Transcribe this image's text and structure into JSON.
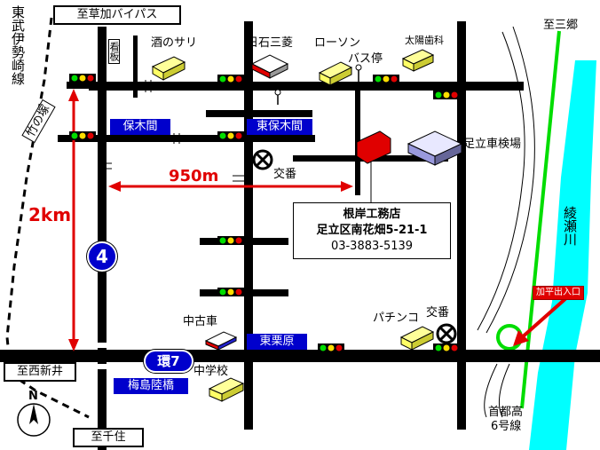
{
  "labels": {
    "east_bupu": "東武伊勢崎線",
    "takenozuka": "竹の塚",
    "to_sokaby": "至草加バイパス",
    "sake": "酒のサリ",
    "hishi": "日石三菱",
    "lawson": "ローソン",
    "bus": "バス停",
    "dentist": "太陽歯科",
    "to_misato": "至三郷",
    "sign": "看板",
    "hokima": "保木間",
    "higashi_hokima": "東保木間",
    "adachi_inspect": "足立車検場",
    "koban1": "交番",
    "dist_950": "950m",
    "dist_2k": "2km",
    "chuko": "中古車",
    "higashi_kurihara": "東栗原",
    "pachinko": "パチンコ",
    "koban2": "交番",
    "to_nishiarai": "至西新井",
    "umejima": "梅島陸橋",
    "kan7": "環7",
    "junior_high": "中学校",
    "to_senju": "至千住",
    "shuto": "首都高",
    "route6": "6号線",
    "ayase": "綾瀬川",
    "ramp": "加平出入口",
    "north": "N",
    "route4": "4"
  },
  "office": {
    "name": "根岸工務店",
    "address": "足立区南花畑5-21-1",
    "phone": "03-3883-5139"
  },
  "colors": {
    "road": "#000000",
    "river": "#00ffff",
    "expressway": "#00e000",
    "accent_red": "#e00000",
    "sign_blue": "#0000cc",
    "building_yellow": "#ffff66"
  }
}
